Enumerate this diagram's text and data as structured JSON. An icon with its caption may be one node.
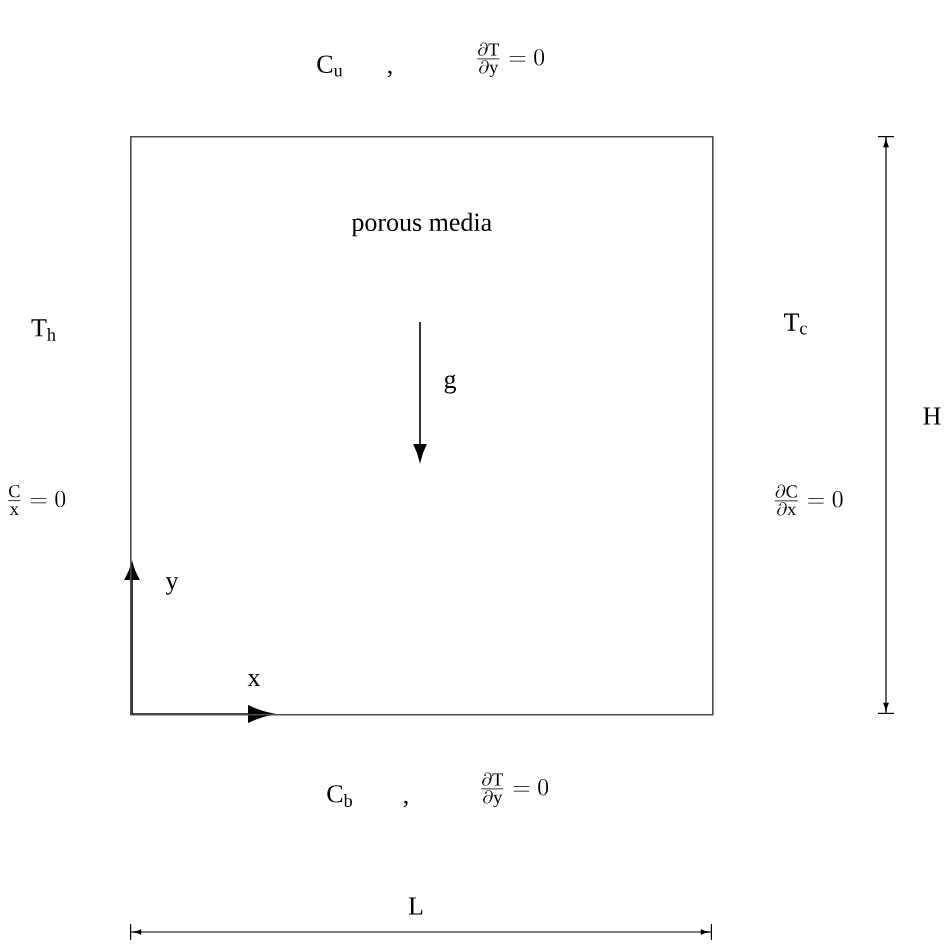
{
  "diagram": {
    "nodes": [
      {
        "text": [
          "porous media"
        ]
      }
    ],
    "edges": [],
    "labels": [
      "C$_{u}$",
      ",",
      "\\frac{\\partial \\mathrm{T}}{\\partial \\mathrm{y}}=0",
      "T$_{h}$",
      "T$_{c}$",
      "g",
      "H",
      "\\frac{\\mathrm{C}}{\\mathrm{x}}=0",
      "\\frac{\\partial \\mathrm{C}}{\\partial \\mathrm{x}}=0",
      "y",
      "x",
      "C$_{b}$",
      ",",
      "\\frac{\\partial \\mathrm{T}}{\\partial \\mathrm{y}}=0",
      "L"
    ]
  }
}
